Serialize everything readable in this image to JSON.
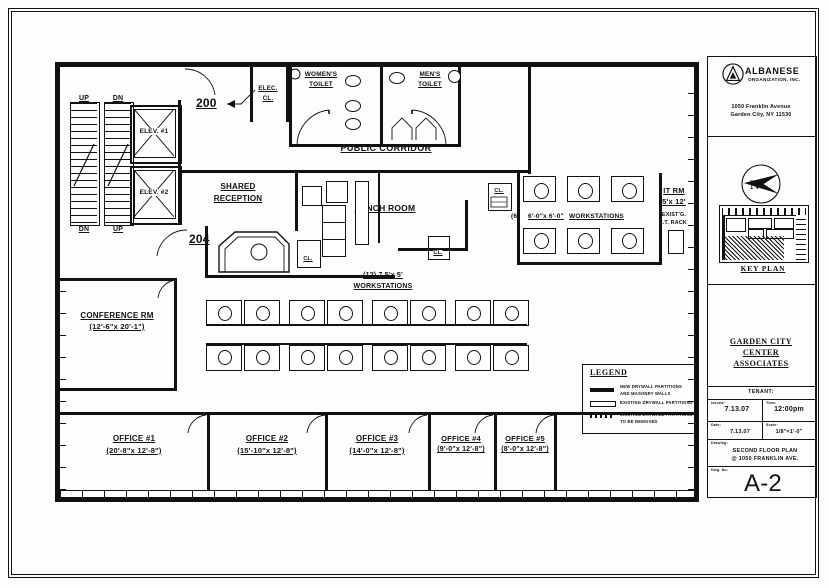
{
  "sheet": {
    "number": "A-2",
    "drawing_title_line1": "SECOND FLOOR PLAN",
    "drawing_title_line2": "@ 1050 FRANKLIN AVE.",
    "date": "7.13.07",
    "time": "12:00pm",
    "revision_date": "7.13.07",
    "scale": "1/8\"=1'-0\"",
    "labels": {
      "tenant": "TENANT:",
      "issued": "Issued:",
      "time": "Time:",
      "date": "Date:",
      "scale": "Scale:",
      "drawing": "Drawing:",
      "dwg_no": "Dwg. No:"
    }
  },
  "firm": {
    "name": "ALBANESE",
    "suffix": "ORGANIZATION, INC.",
    "address_line1": "1050 Franklin Avenue",
    "address_line2": "Garden City, NY 11530"
  },
  "client": {
    "line1": "GARDEN CITY",
    "line2": "CENTER",
    "line3": "ASSOCIATES"
  },
  "key_plan": {
    "caption": "KEY PLAN",
    "north": "N"
  },
  "legend": {
    "title": "LEGEND",
    "items": [
      {
        "symbol": "solid-thick",
        "line1": "NEW DRYWALL PARTITIONS",
        "line2": "AND MASONRY WALLS"
      },
      {
        "symbol": "hollow",
        "line1": "EXISTING DRYWALL PARTITIONS",
        "line2": ""
      },
      {
        "symbol": "dotted",
        "line1": "EXISTING DRYWALL PARTITIONS",
        "line2": "TO BE REMOVED"
      }
    ]
  },
  "plan": {
    "suites": [
      {
        "name": "suite-200",
        "number": "200"
      },
      {
        "name": "suite-204",
        "number": "204"
      }
    ],
    "circulation": {
      "corridor": "PUBLIC CORRIDOR",
      "stair_up_top": "UP",
      "stair_dn_top": "DN",
      "stair_dn_bottom": "DN",
      "stair_up_bottom": "UP",
      "elevator_1": "ELEV. #1",
      "elevator_2": "ELEV. #2"
    },
    "rooms": [
      {
        "name": "elec-closet",
        "label": "ELEC.",
        "label2": "CL."
      },
      {
        "name": "womens-toilet",
        "label": "WOMEN'S",
        "label2": "TOILET"
      },
      {
        "name": "mens-toilet",
        "label": "MEN'S",
        "label2": "TOILET"
      },
      {
        "name": "shared-reception",
        "label": "SHARED",
        "label2": "RECEPTION"
      },
      {
        "name": "lunch-room",
        "label": "LUNCH ROOM",
        "label2": ""
      },
      {
        "name": "closet-1",
        "label": "CL.",
        "label2": ""
      },
      {
        "name": "closet-2",
        "label": "CL.",
        "label2": ""
      },
      {
        "name": "closet-3",
        "label": "CL.",
        "label2": ""
      }
    ],
    "it_room": {
      "label": "IT RM",
      "size": "5'x 12'",
      "note1": "EXIST'G.",
      "note2": "I.T. RACK"
    },
    "conference": {
      "label": "CONFERENCE RM",
      "size": "(12'-6\"x 20'-1\")"
    },
    "workstations_main": {
      "count": "(12)",
      "size": "7.5'x 5'",
      "label": "WORKSTATIONS"
    },
    "workstations_upper": {
      "count": "(6)",
      "size": "6'-0\"x 6'-0\"",
      "label": "WORKSTATIONS"
    },
    "offices": [
      {
        "label": "OFFICE #1",
        "size": "(20'-8\"x 12'-8\")"
      },
      {
        "label": "OFFICE #2",
        "size": "(15'-10\"x 12'-8\")"
      },
      {
        "label": "OFFICE #3",
        "size": "(14'-0\"x 12'-8\")"
      },
      {
        "label": "OFFICE #4",
        "size": "(9'-0\"x 12'-8\")"
      },
      {
        "label": "OFFICE #5",
        "size": "(8'-0\"x 12'-8\")"
      }
    ]
  }
}
